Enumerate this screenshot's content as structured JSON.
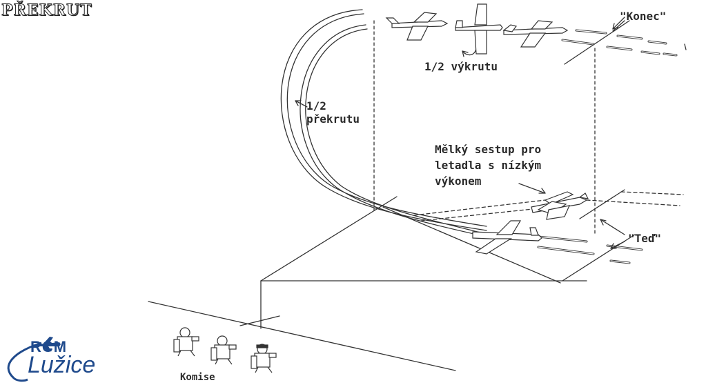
{
  "title": "PŘEKRUT",
  "labels": {
    "half_roll": "1/2 výkrutu",
    "half_loop_line1": "1/2",
    "half_loop_line2": "překrutu",
    "shallow_line1": "Mělký sestup pro",
    "shallow_line2": "letadla s nízkým",
    "shallow_line3": "výkonem",
    "konec": "\"Konec\"",
    "ted": "\"Teď\"",
    "komise": "Komise"
  },
  "logo": {
    "line1": "RCM",
    "line2": "Lužice",
    "color": "#1f4a8c",
    "icon": "airplane-icon"
  },
  "colors": {
    "ink": "#2a2a2a",
    "paper": "#ffffff",
    "brand": "#1f4a8c"
  }
}
